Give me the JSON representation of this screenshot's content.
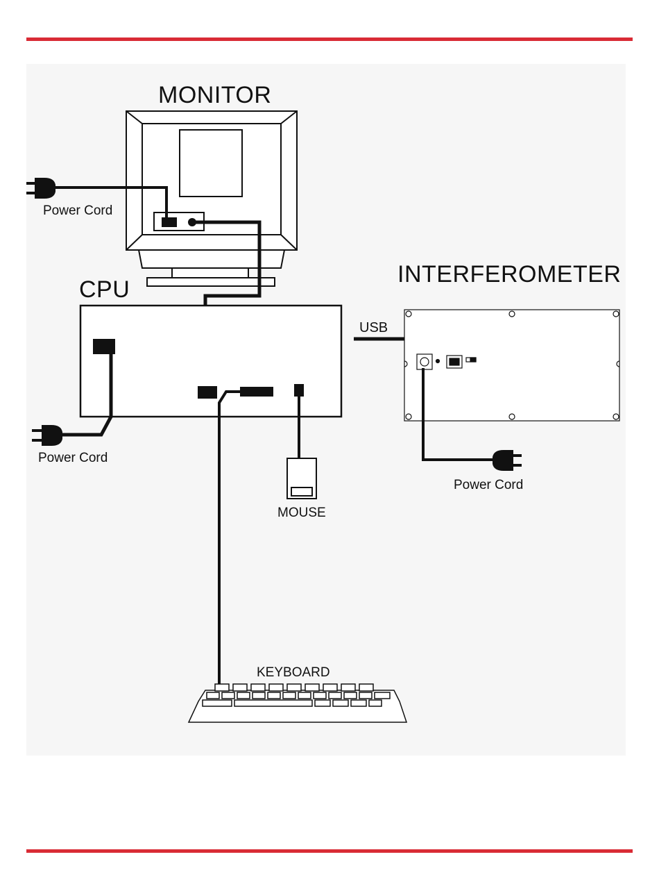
{
  "colors": {
    "rule": "#d92b35",
    "line": "#111111",
    "device_fill": "#ffffff",
    "panel": "#f6f6f6"
  },
  "labels": {
    "monitor": "MONITOR",
    "cpu": "CPU",
    "interferometer": "INTERFEROMETER",
    "usb": "USB",
    "mouse": "MOUSE",
    "keyboard": "KEYBOARD",
    "power_cord_monitor": "Power Cord",
    "power_cord_cpu": "Power Cord",
    "power_cord_interferometer": "Power Cord"
  },
  "icons": {
    "plug": "power-plug-icon",
    "monitor": "crt-monitor-icon",
    "mouse": "mouse-icon",
    "keyboard": "keyboard-icon"
  }
}
